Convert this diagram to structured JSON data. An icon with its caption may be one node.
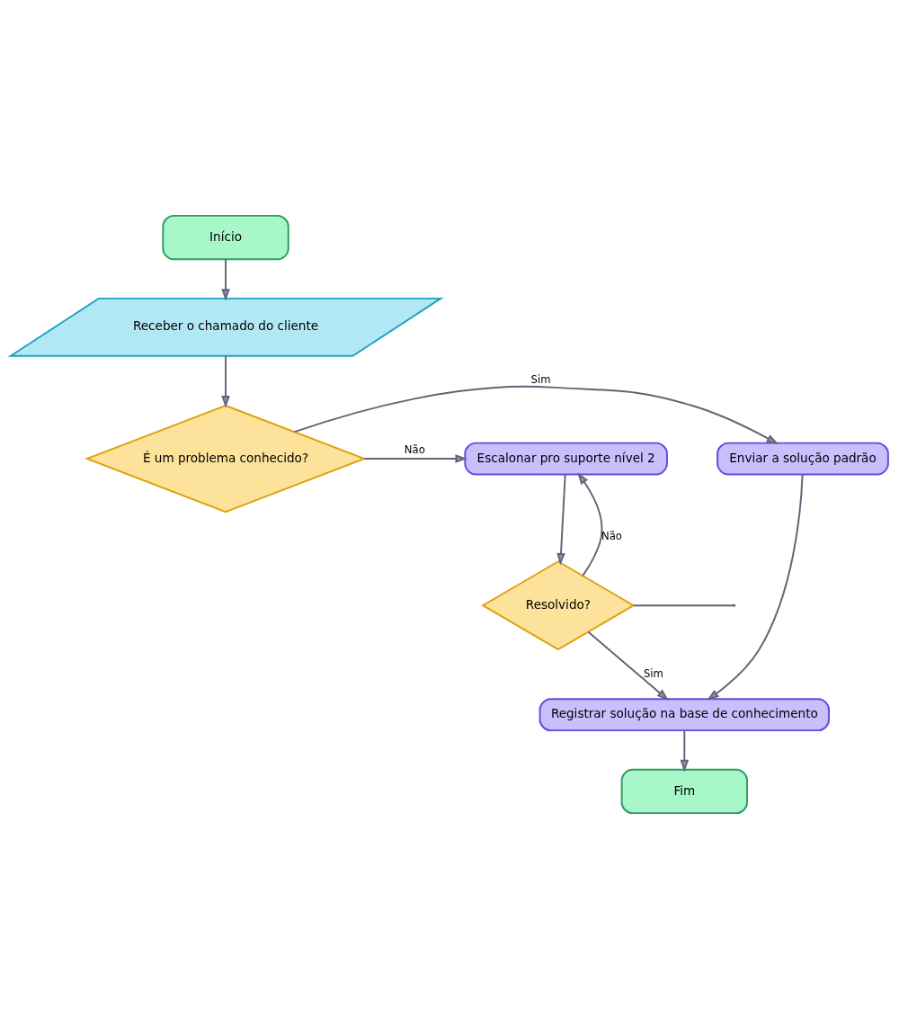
{
  "diagram": {
    "nodes": [
      {
        "text": [
          "Início"
        ]
      },
      {
        "text": [
          "Receber o chamado do cliente"
        ]
      },
      {
        "text": [
          "É um problema conhecido?"
        ]
      },
      {
        "text": [
          "Enviar a solução padrão"
        ]
      },
      {
        "text": [
          "Escalonar pro suporte nível 2"
        ]
      },
      {
        "text": [
          "Resolvido?"
        ]
      },
      {
        "text": [
          "Registrar solução na base de conhecimento"
        ]
      },
      {
        "text": [
          "Fim"
        ]
      }
    ],
    "edges": [
      {
        "from": 0,
        "to": 1,
        "arrow": "to"
      },
      {
        "from": 1,
        "to": 2,
        "arrow": "to"
      },
      {
        "from": 2,
        "to": 3,
        "label": "Sim",
        "arrow": "to"
      },
      {
        "from": 2,
        "to": 4,
        "label": "Não",
        "arrow": "to"
      },
      {
        "from": 3,
        "to": 6,
        "arrow": "to"
      },
      {
        "from": 4,
        "to": 5,
        "arrow": "to"
      },
      {
        "from": 5,
        "to": 4,
        "label": "Não",
        "arrow": "to"
      },
      {
        "from": 5,
        "to": 6,
        "label": "Sim",
        "arrow": "to"
      },
      {
        "from": 6,
        "to": 7,
        "arrow": "to"
      },
      {
        "from": 5,
        "to": null,
        "arrow": "none"
      }
    ]
  }
}
